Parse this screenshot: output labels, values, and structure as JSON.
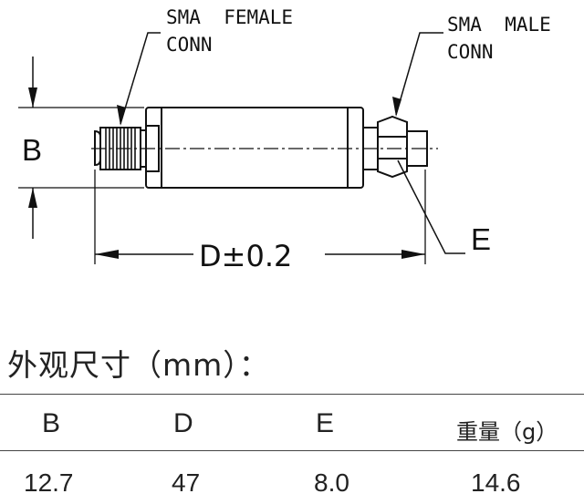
{
  "drawing": {
    "labels": {
      "female_line1": "SMA  FEMALE",
      "female_line2": "CONN",
      "male_line1": "SMA  MALE",
      "male_line2": "CONN",
      "b": "B",
      "d": "D±0.2",
      "e": "E"
    }
  },
  "section": {
    "heading": "外观尺寸（mm）："
  },
  "table": {
    "headers": [
      "B",
      "D",
      "E",
      "重量（g）"
    ],
    "values": [
      "12.7",
      "47",
      "8.0",
      "14.6"
    ]
  }
}
